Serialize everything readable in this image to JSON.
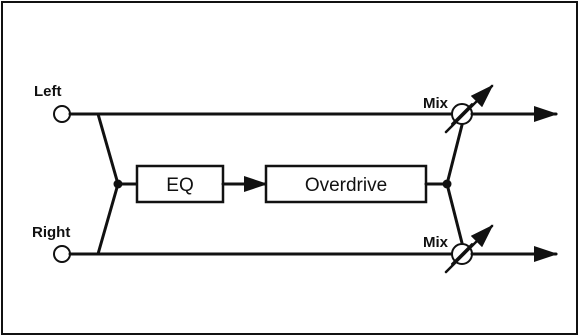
{
  "diagram": {
    "inputs": {
      "left": "Left",
      "right": "Right"
    },
    "blocks": {
      "eq": "EQ",
      "overdrive": "Overdrive"
    },
    "mix": {
      "top": "Mix",
      "bottom": "Mix"
    }
  }
}
